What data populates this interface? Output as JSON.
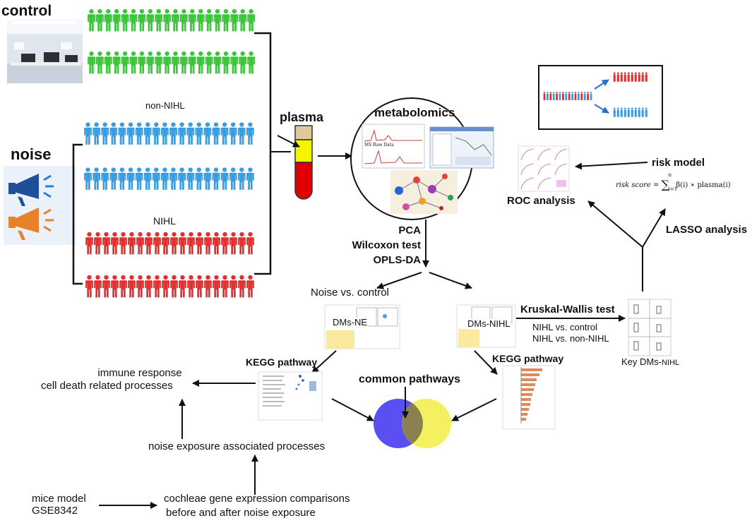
{
  "groups": {
    "control": "control",
    "noise": "noise",
    "non_nihl": "non-NIHL",
    "nihl": "NIHL"
  },
  "sample": {
    "plasma": "plasma",
    "metabolomics": "metabolomics",
    "ms_raw_data": "MS Raw Data"
  },
  "analyses": {
    "pca": "PCA",
    "wilcoxon": "Wilcoxon test",
    "oplsda": "OPLS-DA"
  },
  "comparisons": {
    "noise_vs_control": "Noise vs. control",
    "dms_ne": "DMs-NE",
    "dms_nihl": "DMs-NIHL",
    "kruskal": "Kruskal-Wallis test",
    "nihl_vs_control": "NIHL vs. control",
    "nihl_vs_non_nihl": "NIHL vs. non-NIHL",
    "key_dms_prefix": "Key DMs-",
    "key_dms_suffix": "NIHL"
  },
  "model": {
    "lasso": "LASSO analysis",
    "risk_model": "risk model",
    "roc": "ROC analysis",
    "formula_lhs": "risk score = ",
    "formula_sum_top": "n",
    "formula_sum_bottom": "i=1",
    "formula_rhs": "β(i) ∗ plasma(i)"
  },
  "pathways": {
    "kegg_left": "KEGG pathway",
    "kegg_right": "KEGG pathway",
    "common": "common pathways",
    "immune": "immune response",
    "cell_death": "cell death related processes",
    "noise_processes": "noise exposure associated  processes"
  },
  "mice": {
    "model": "mice model",
    "gse": "GSE8342",
    "cochleae_line1": "cochleae gene expression comparisons",
    "cochleae_line2": "before and after noise exposure"
  },
  "colors": {
    "control_people": "#3cc43c",
    "non_nihl_people": "#3a9de0",
    "nihl_people": "#e03030",
    "plasma_top": "#e2c79b",
    "plasma_mid": "#f5f500",
    "plasma_bottom": "#e00000",
    "venn_left": "#5a4ff0",
    "venn_right": "#f5f060",
    "bars": "#e08a5a"
  },
  "icons": [
    "office-photo-icon",
    "megaphone-icon",
    "plasma-tube-icon",
    "venn-diagram-icon"
  ]
}
